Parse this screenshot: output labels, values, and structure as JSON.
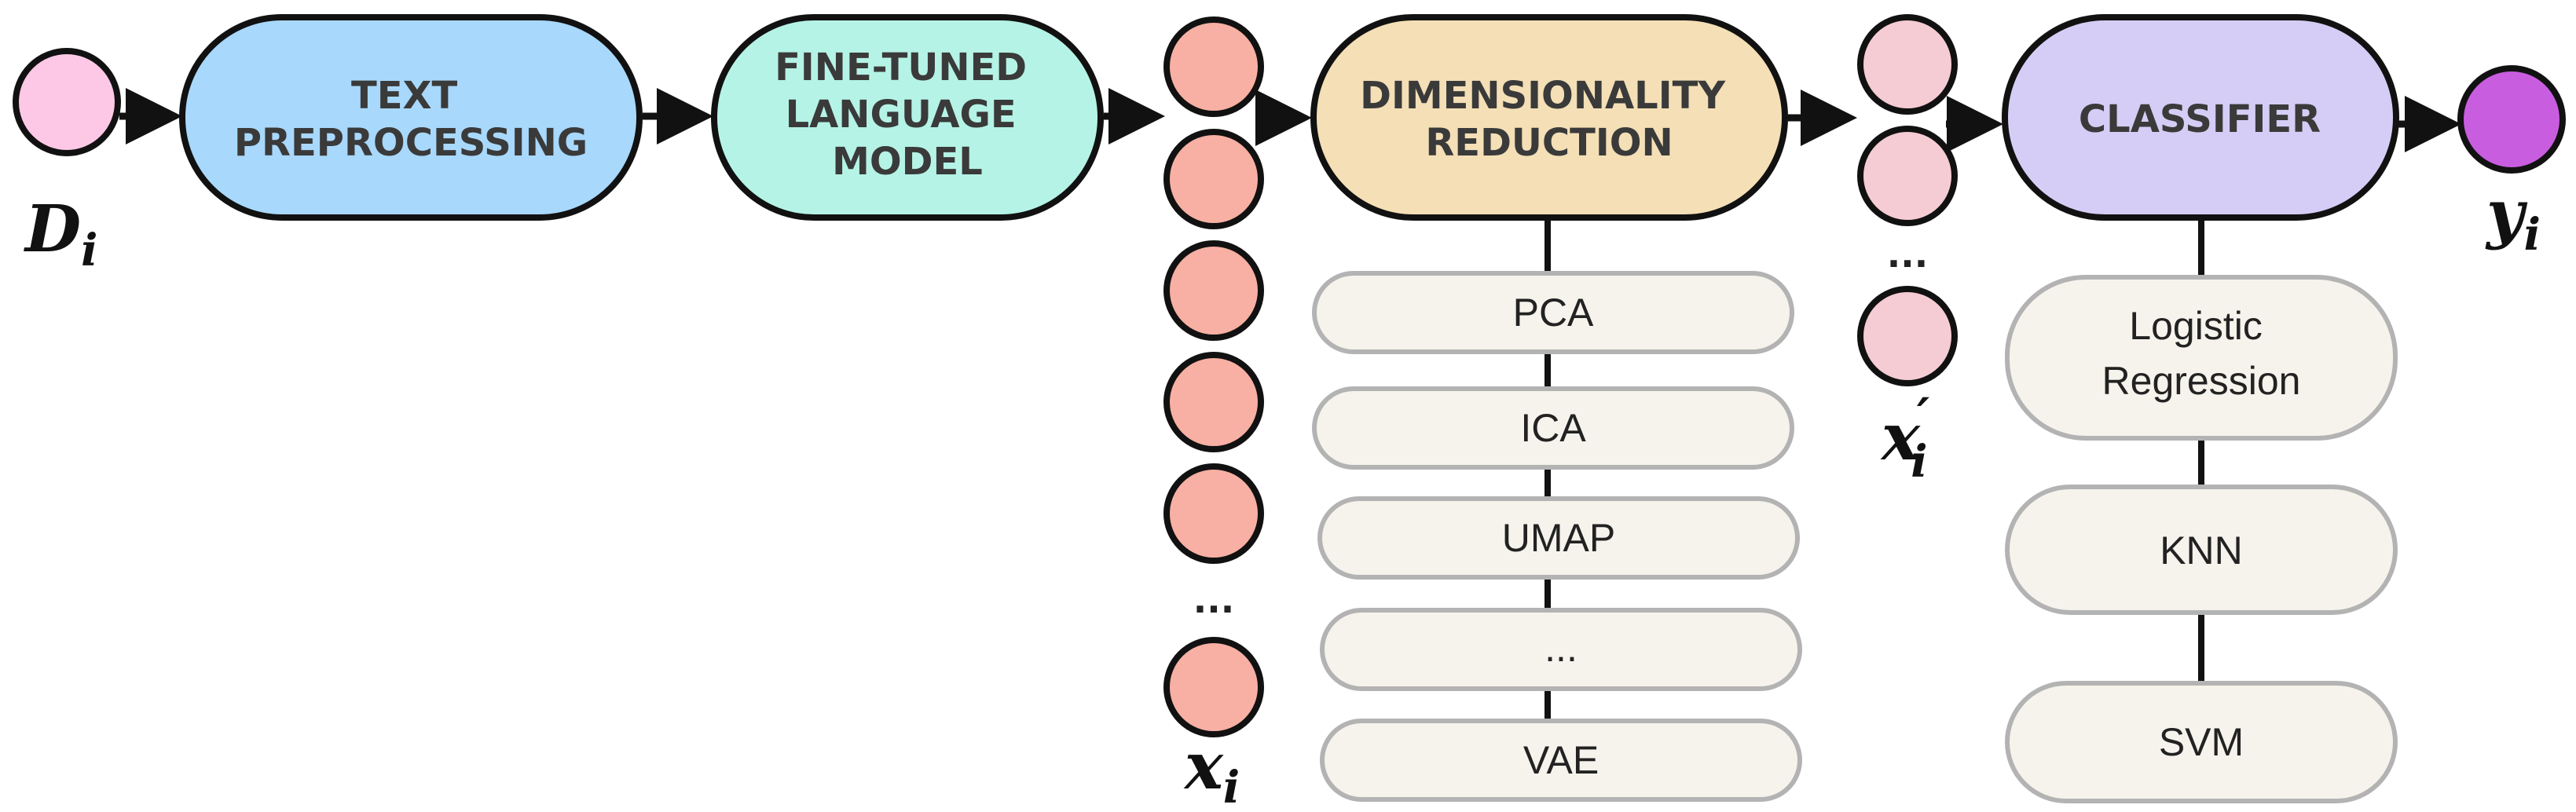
{
  "input": {
    "label": "D",
    "subscript": "i",
    "color": "#fcc8e6"
  },
  "stages": {
    "text_preprocessing": {
      "lines": [
        "TEXT",
        "PREPROCESSING"
      ],
      "color": "#a8d8fb"
    },
    "language_model": {
      "lines": [
        "FINE-TUNED",
        "LANGUAGE",
        "MODEL"
      ],
      "color": "#b5f3e6"
    },
    "dimensionality_reduction": {
      "lines": [
        "DIMENSIONALITY",
        "REDUCTION"
      ],
      "color": "#f4dfb6"
    },
    "classifier": {
      "lines": [
        "CLASSIFIER"
      ],
      "color": "#d5cdf5"
    }
  },
  "embedding": {
    "label": "x",
    "subscript": "i",
    "ellipsis": "...",
    "color": "#f7b0a3"
  },
  "reduced": {
    "label": "x",
    "prime": "′",
    "subscript": "i",
    "ellipsis": "...",
    "color": "#f5ccd3"
  },
  "output": {
    "label": "y",
    "subscript": "i",
    "color": "#c95de0"
  },
  "reduction_methods": [
    "PCA",
    "ICA",
    "UMAP",
    "...",
    "VAE"
  ],
  "classifier_methods": [
    [
      "Logistic",
      "Regression"
    ],
    [
      "KNN"
    ],
    [
      "SVM"
    ]
  ],
  "colors": {
    "stroke": "#111111",
    "method_fill": "#f6f3ec",
    "method_stroke": "#b3b3b3"
  }
}
